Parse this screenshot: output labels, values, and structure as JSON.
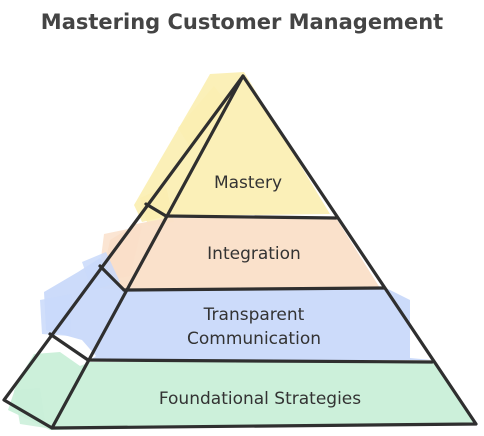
{
  "title": "Mastering Customer Management",
  "levels": [
    {
      "label": "Mastery",
      "color": "#fbeeb0"
    },
    {
      "label": "Integration",
      "color": "#fadfc8"
    },
    {
      "label": "Transparent",
      "label_line2": "Communication",
      "color": "#c9d9fa"
    },
    {
      "label": "Foundational Strategies",
      "color": "#c9efd8"
    }
  ],
  "outline_color": "#2f2f2f"
}
